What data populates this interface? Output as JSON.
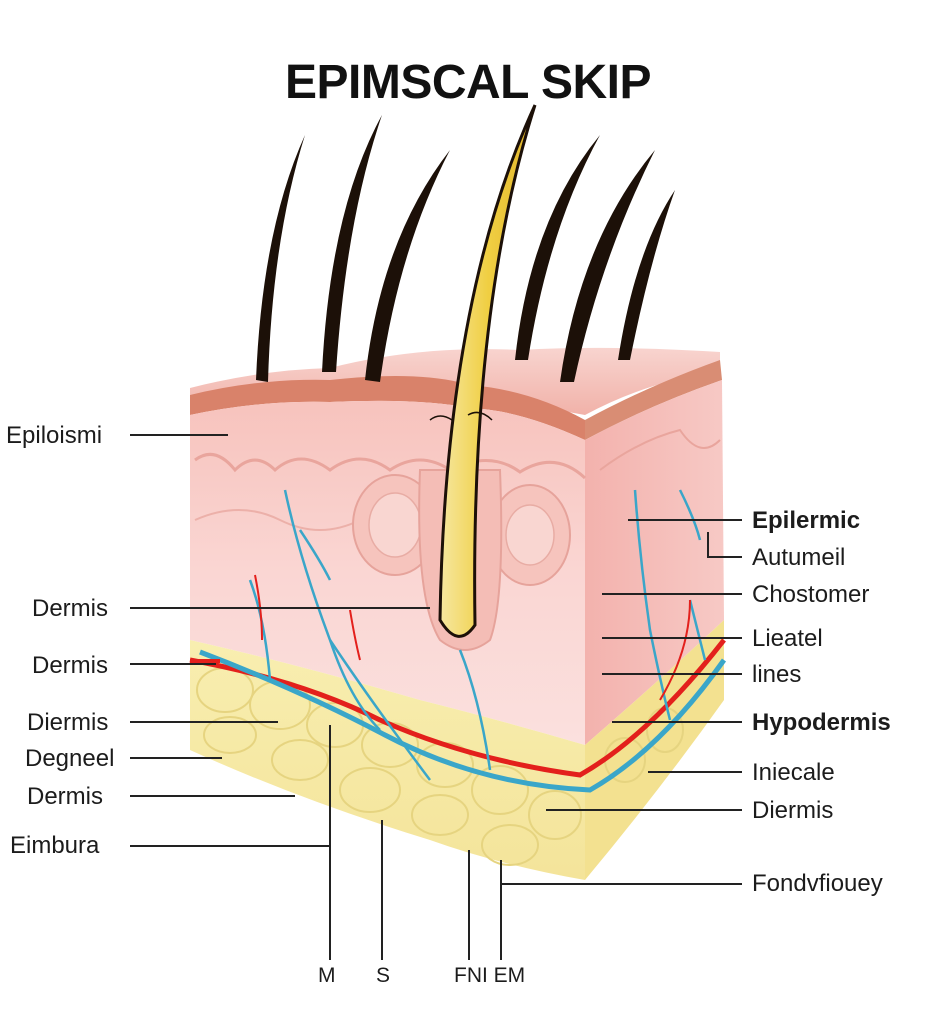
{
  "title": "EPIMSCAL SKIP",
  "labels_left": [
    "Epiloismi",
    "Dermis",
    "Dermis",
    "Diermis",
    "Degneel",
    "Dermis",
    "Eimbura"
  ],
  "labels_right": [
    "Epilermic",
    "Autumeil",
    "Chostomer",
    "Lieatel",
    "lines",
    "Hypodermis",
    "Iniecale",
    "Diermis",
    "Fondvfiouey"
  ],
  "labels_bottom": [
    "M",
    "S",
    "FNI EM"
  ],
  "colors": {
    "epidermis": "#f3b7ae",
    "dermis": "#f9d3d1",
    "hypodermis": "#f7eca6",
    "artery": "#e3201c",
    "vein": "#3aa6c9",
    "hair": "#1c1008",
    "hair_shaft": "#f2d458"
  }
}
